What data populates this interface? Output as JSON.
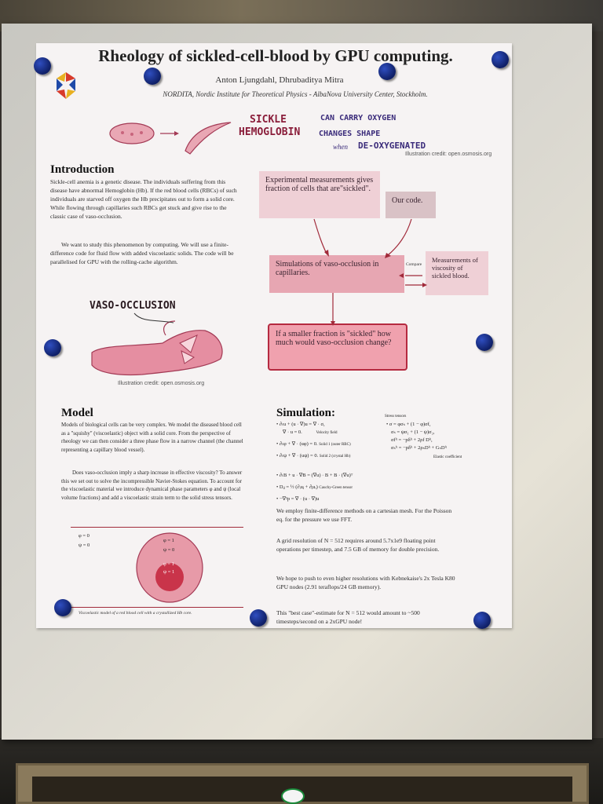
{
  "poster": {
    "title": "Rheology of sickled-cell-blood by GPU computing.",
    "authors": "Anton Ljungdahl, Dhrubaditya Mitra",
    "institution": "NORDITA, Nordic Institute for Theoretical Physics - AlbaNova University Center, Stockholm."
  },
  "illustration": {
    "sickle_label": "SICKLE",
    "hemoglobin_label": "HEMOGLOBIN",
    "note_1": "CAN CARRY OXYGEN",
    "note_2": "CHANGES SHAPE",
    "note_3_prefix": "when",
    "note_3": "DE-OXYGENATED",
    "credit": "Illustration credit: open.osmosis.org",
    "vaso_label": "VASO-OCCLUSION",
    "vaso_credit": "Illustration credit: open.osmosis.org"
  },
  "introduction": {
    "heading": "Introduction",
    "p1": "Sickle-cell anemia is a genetic disease. The individuals suffering from this disease have abnormal Hemoglobin (Hb). If the red blood cells (RBCs) of such individuals are starved off oxygen the Hb precipitates out to form a solid core. While flowing through capillaries such RBCs get stuck and give rise to the classic case of vaso-occlusion.",
    "p2": "We want to study this phenomenon by computing. We will use a finite-difference code for fluid flow with added viscoelastic solids. The code will be parallelised for GPU with the rolling-cache algorithm."
  },
  "flowchart": {
    "experimental": "Experimental measurements gives fraction of cells that are\"sickled\".",
    "our_code": "Our code.",
    "simulations": "Simulations of vaso-occlusion in capillaries.",
    "compare": "Compare",
    "measurements": "Measurements of viscosity of sickled blood.",
    "question": "If a smaller fraction is \"sickled\" how much would vaso-occlusion change?"
  },
  "model": {
    "heading": "Model",
    "p1": "Models of biological cells can be very complex. We model the diseased blood cell as a \"squishy\" (viscoelastic) object with a solid core. From the perspective of rheology we can then consider a three phase flow in a narrow channel (the channel representing a capillary blood vessel).",
    "p2": "Does vaso-occlusion imply a sharp increase in effective viscosity? To answer this we set out to solve the incompressible Navier-Stokes equation. To account for the viscoelastic material we introduce dynamical phase parameters φ and ψ (local volume fractions) and add a viscoelastic strain term to the solid stress tensors.",
    "phi0": "φ = 0",
    "psi0": "ψ = 0",
    "phi1": "φ = 1",
    "psi0_inner": "ψ = 0",
    "phi1_core": "φ = 1",
    "psi1_core": "ψ = 1",
    "caption": "Viscoelastic model of a red blood cell with a crystallized Hb core."
  },
  "simulation": {
    "heading": "Simulation:",
    "stress_label": "Stress tensors",
    "eq1": "∂ₜu + (u · ∇)u = ∇ · σ,",
    "eq1b": "∇ · u = 0.",
    "eq1_label": "Velocity field",
    "eq2": "∂ₜφ + ∇ · (uφ) = 0.",
    "eq2_label": "Solid 1 (outer RBC)",
    "eq3": "∂ₜψ + ∇ · (uψ) = 0.",
    "eq3_label": "Solid 2 (crystal Hb)",
    "eq4": "∂ₜB + u · ∇B = (∇u) · B + B · (∇u)ᵀ",
    "eq5": "Dᵢⱼ = ½ (∂ᵢuⱼ + ∂ⱼuᵢ)",
    "eq5_label": "Cauchy-Green tensor",
    "eq6": "−∇²p = ∇ · (u · ∇)u",
    "st1": "σ = φσₛ + (1 − φ)σf,",
    "st2": "σₛ = ψσ₁ + (1 − ψ)σ₂,",
    "st3": "σfⁱʲ = −pδⁱʲ + 2ρf Dⁱʲ,",
    "st4": "σₛⁱʲ = −pδⁱʲ + 2ρₛDⁱʲ + GₛDⁱʲ",
    "elastic_label": "Elastic coefficient",
    "p1": "We employ finite-difference methods on a cartesian mesh. For the Poisson eq. for the pressure we use FFT.",
    "p2": "A grid resolution of N = 512 requires around 5.7x1e9 floating point operations per timestep, and 7.5 GB of memory for double precision.",
    "p3": "We hope to push to even higher resolutions with Kebnekaise's 2x Tesla K80 GPU nodes (2.91 teraflops/24 GB memory).",
    "p4": "This \"best case\"-estimate for N = 512 would amount to ~500 timesteps/second on a 2xGPU node!"
  },
  "colors": {
    "accent": "#b52a40",
    "box_light": "#efd0d6",
    "pin": "#1f3aa8"
  }
}
